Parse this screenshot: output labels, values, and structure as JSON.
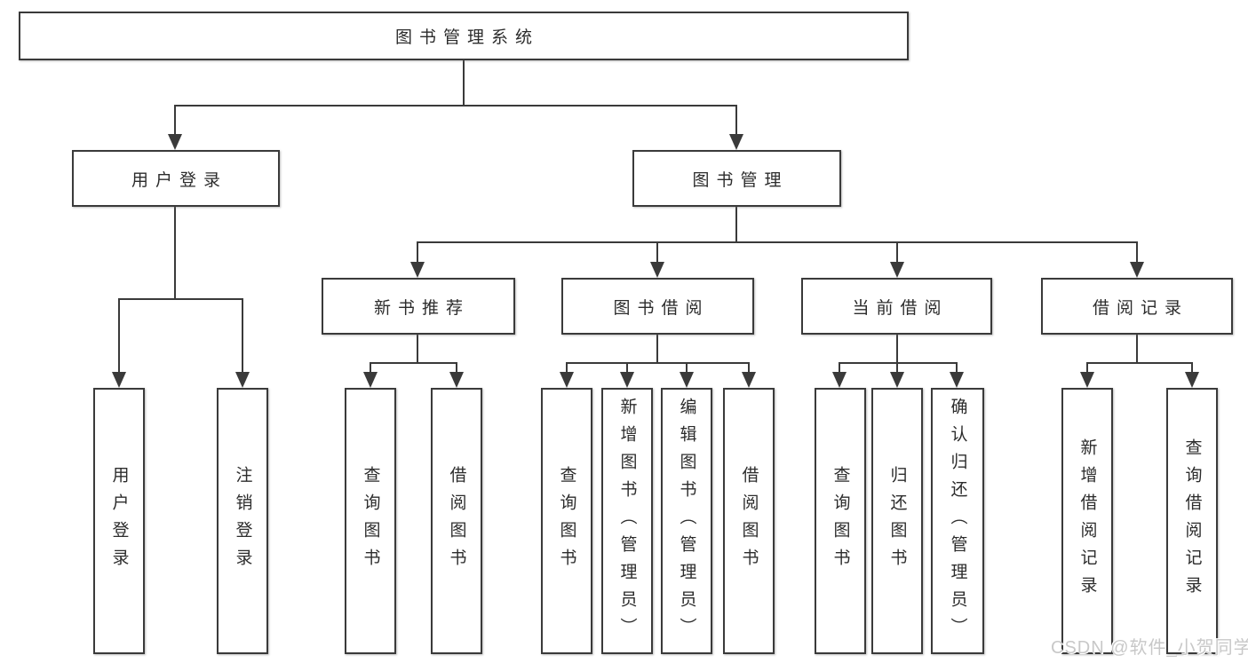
{
  "colors": {
    "line": "#3a3a3a",
    "box_border": "#3a3a3a",
    "text": "#2c2c2c",
    "watermark": "#c8c8c8",
    "background": "#ffffff"
  },
  "diagram": {
    "root": {
      "label": "图书管理系统"
    },
    "branches": [
      {
        "label": "用户登录",
        "children": [
          {
            "label": "用户登录"
          },
          {
            "label": "注销登录"
          }
        ]
      },
      {
        "label": "图书管理",
        "children": [
          {
            "label": "新书推荐",
            "children": [
              {
                "label": "查询图书"
              },
              {
                "label": "借阅图书"
              }
            ]
          },
          {
            "label": "图书借阅",
            "children": [
              {
                "label": "查询图书"
              },
              {
                "label": "新增图书（管理员）"
              },
              {
                "label": "编辑图书（管理员）"
              },
              {
                "label": "借阅图书"
              }
            ]
          },
          {
            "label": "当前借阅",
            "children": [
              {
                "label": "查询图书"
              },
              {
                "label": "归还图书"
              },
              {
                "label": "确认归还（管理员）"
              }
            ]
          },
          {
            "label": "借阅记录",
            "children": [
              {
                "label": "新增借阅记录"
              },
              {
                "label": "查询借阅记录"
              }
            ]
          }
        ]
      }
    ]
  },
  "watermark": {
    "text": "CSDN @软件_小贺同学"
  }
}
